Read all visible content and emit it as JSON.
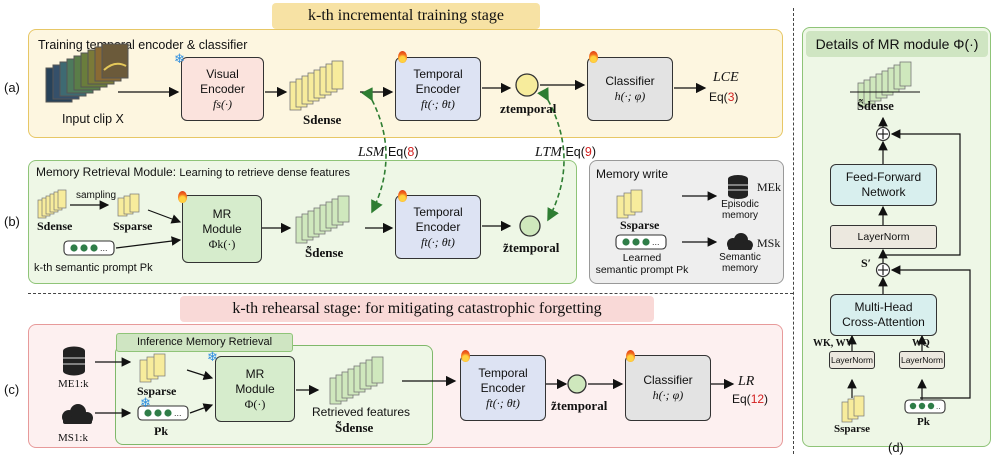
{
  "titles": {
    "stage_a": "k-th incremental training stage",
    "stage_c": "k-th rehearsal stage: for mitigating catastrophic forgetting",
    "details": "Details of MR module Φ(·)"
  },
  "panel_labels": {
    "a": "(a)",
    "b": "(b)",
    "c": "(c)",
    "d": "(d)"
  },
  "section_a": {
    "header": "Training temporal encoder & classifier",
    "input_clip": "Input clip X",
    "visual_encoder": [
      "Visual",
      "Encoder",
      "fs(·)"
    ],
    "s_dense": "Sdense",
    "temporal_encoder": [
      "Temporal",
      "Encoder",
      "ft(·; θt)"
    ],
    "z_temporal": "ztemporal",
    "classifier": [
      "Classifier",
      "h(·; φ)"
    ],
    "loss": "LCE",
    "eq": "Eq(",
    "eq_num": "3",
    "eq_close": ")"
  },
  "losses_mid": {
    "sm": "LSM",
    "sm_eq": "Eq(",
    "sm_num": "8",
    "sm_close": ")",
    "tm": "LTM",
    "tm_eq": "Eq(",
    "tm_num": "9",
    "tm_close": ")"
  },
  "section_b": {
    "header": "Memory Retrieval Module:",
    "header_sub": "Learning to retrieve dense features",
    "sampling": "sampling",
    "s_dense": "Sdense",
    "s_sparse": "Ssparse",
    "mr_module": [
      "MR",
      "Module",
      "Φk(·)"
    ],
    "s_dense_tilde": "S̃dense",
    "temporal_encoder": [
      "Temporal",
      "Encoder",
      "ft(·; θt)"
    ],
    "z_temporal_tilde": "z̃temporal",
    "semantic_prompt": "k-th semantic prompt Pk",
    "memory_write": {
      "title": "Memory write",
      "s_sparse": "Ssparse",
      "episodic": [
        "Episodic",
        "memory"
      ],
      "learned_prompt": [
        "Learned",
        "semantic prompt Pk"
      ],
      "semantic": [
        "Semantic",
        "memory"
      ],
      "m_e": "MEk",
      "m_s": "MSk"
    }
  },
  "section_c": {
    "inference_label": "Inference Memory Retrieval",
    "m_e": "ME1:k",
    "m_s": "MS1:k",
    "s_sparse": "Ssparse",
    "p_k": "Pk",
    "mr_module": [
      "MR",
      "Module",
      "Φ(·)"
    ],
    "retrieved": "Retrieved features",
    "s_dense_tilde": "S̃dense",
    "temporal_encoder": [
      "Temporal",
      "Encoder",
      "ft(·; θt)"
    ],
    "z_temporal_tilde": "z̃temporal",
    "classifier": [
      "Classifier",
      "h(·; φ)"
    ],
    "loss": "LR",
    "eq": "Eq(",
    "eq_num": "12",
    "eq_close": ")"
  },
  "section_d": {
    "s_dense_tilde": "S̃dense",
    "ffn": [
      "Feed-Forward",
      "Network"
    ],
    "layernorm": "LayerNorm",
    "s_prime": "S′",
    "mhca": [
      "Multi-Head",
      "Cross-Attention"
    ],
    "wk_wv": "WK, WV",
    "wq": "WQ",
    "ln_small": "LayerNorm",
    "s_sparse": "Ssparse",
    "p_k": "Pk",
    "plus": "+"
  },
  "colors": {
    "stage_a_bg": "#fdf6e0",
    "stage_a_border": "#e7c766",
    "stage_b_bg": "#eef7e6",
    "stage_b_border": "#8fc478",
    "stage_c_bg": "#fdf0f0",
    "stage_c_border": "#e79a9a",
    "pink_title": "#f9d9d7",
    "yellow_title": "#f7e2a4",
    "green_title": "#cfe5c2",
    "encoder_blue": "#dde3f3",
    "classifier_gray": "#e3e3e3",
    "mr_green": "#d6eccc",
    "visual_pink": "#fbe3dd",
    "feature_yellow": "#f7ec9c",
    "feature_green": "#cfe8bd",
    "dash_green": "#2e7d32",
    "accent_red": "#d21f1f"
  }
}
